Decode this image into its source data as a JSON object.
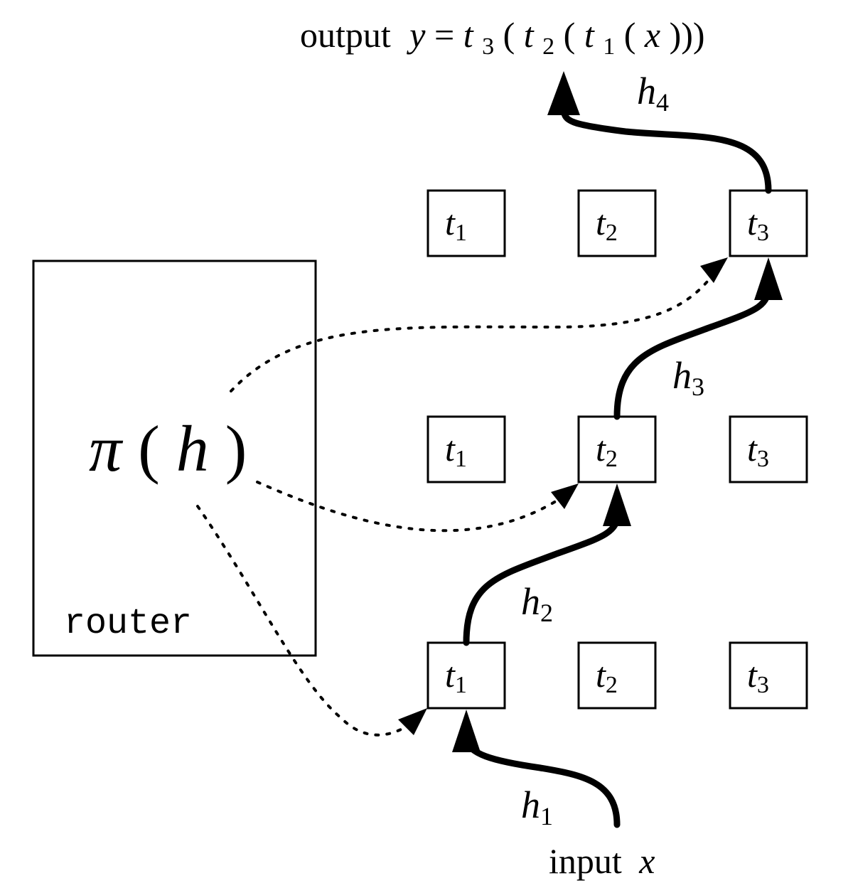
{
  "title": {
    "prefix": "output",
    "equation": [
      "y",
      " = ",
      "t",
      "3",
      "(",
      "t",
      "2",
      "(",
      "t",
      "1",
      "(",
      "x",
      ")))"
    ]
  },
  "input_label": {
    "word": "input",
    "var": "x"
  },
  "router": {
    "label": "router",
    "func": "π",
    "arg": "h",
    "open": "(",
    "close": ")"
  },
  "grid": [
    [
      {
        "letter": "t",
        "sub": "1"
      },
      {
        "letter": "t",
        "sub": "2"
      },
      {
        "letter": "t",
        "sub": "3"
      }
    ],
    [
      {
        "letter": "t",
        "sub": "1"
      },
      {
        "letter": "t",
        "sub": "2"
      },
      {
        "letter": "t",
        "sub": "3"
      }
    ],
    [
      {
        "letter": "t",
        "sub": "1"
      },
      {
        "letter": "t",
        "sub": "2"
      },
      {
        "letter": "t",
        "sub": "3"
      }
    ]
  ],
  "hidden_states": [
    {
      "letter": "h",
      "sub": "1"
    },
    {
      "letter": "h",
      "sub": "2"
    },
    {
      "letter": "h",
      "sub": "3"
    },
    {
      "letter": "h",
      "sub": "4"
    }
  ]
}
